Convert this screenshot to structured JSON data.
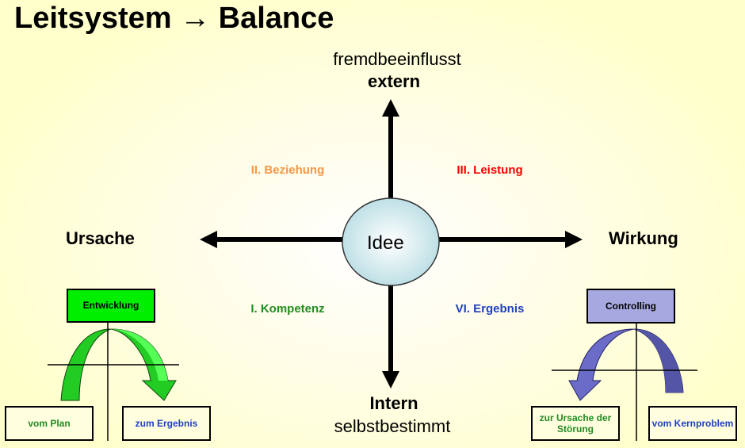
{
  "title": "Leitsystem → Balance",
  "axis": {
    "top_sub": "fremdbeeinflusst",
    "top": "extern",
    "bottom": "Intern",
    "bottom_sub": "selbstbestimmt",
    "left": "Ursache",
    "right": "Wirkung"
  },
  "center": {
    "label": "Idee"
  },
  "quadrants": [
    {
      "label": "II. Beziehung",
      "color": "#f79646"
    },
    {
      "label": "III. Leistung",
      "color": "#ff0000"
    },
    {
      "label": "I. Kompetenz",
      "color": "#228b22"
    },
    {
      "label": "VI. Ergebnis",
      "color": "#2040c0"
    }
  ],
  "left_cycle": {
    "header": "Entwicklung",
    "header_color": "#00ee00",
    "arrow_color": "#33dd33",
    "from": "vom Plan",
    "from_color": "#228b22",
    "to": "zum Ergebnis",
    "to_color": "#2040c0"
  },
  "right_cycle": {
    "header": "Controlling",
    "header_color": "#a8a8e0",
    "arrow_color": "#6b6bc8",
    "to": "zur Ursache der Störung",
    "to_color": "#228b22",
    "from": "vom Kernproblem",
    "from_color": "#2040c0"
  }
}
